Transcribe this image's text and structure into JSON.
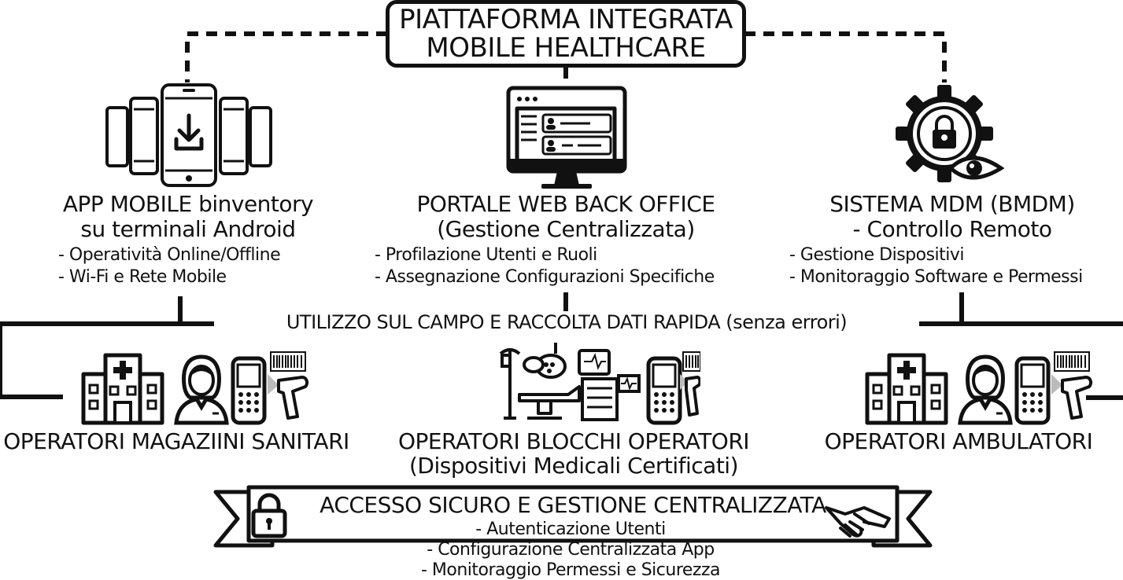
{
  "title": {
    "line1": "PIATTAFORMA INTEGRATA",
    "line2": "MOBILE HEALTHCARE"
  },
  "columns": [
    {
      "icon": "smartphones-download-icon",
      "heading": [
        "APP MOBILE binventory",
        "su terminali Android"
      ],
      "points": [
        "- Operatività Online/Offline",
        "- Wi-Fi e Rete Mobile"
      ]
    },
    {
      "icon": "web-portal-monitor-icon",
      "heading": [
        "PORTALE WEB BACK OFFICE",
        "(Gestione Centralizzata)"
      ],
      "points": [
        "- Profilazione Utenti e Ruoli",
        "- Assegnazione Configurazioni Specifiche"
      ]
    },
    {
      "icon": "gear-lock-eye-icon",
      "heading": [
        "SISTEMA MDM (BMDM)",
        "- Controllo Remoto"
      ],
      "points": [
        "- Gestione Dispositivi",
        "- Monitoraggio Software e Permessi"
      ]
    }
  ],
  "field_banner": "UTILIZZO SUL CAMPO E RACCOLTA DATI RAPIDA (senza errori)",
  "groups": [
    {
      "label": [
        "OPERATORI MAGAZIINI SANITARI"
      ],
      "icons": [
        "hospital-icon",
        "operator-woman-icon",
        "handheld-scanner-icon",
        "barcode-gun-icon"
      ]
    },
    {
      "label": [
        "OPERATORI BLOCCHI OPERATORI",
        "(Dispositivi Medicali Certificati)"
      ],
      "icons": [
        "operating-room-icon",
        "handheld-scanner-icon",
        "barcode-gun-icon"
      ]
    },
    {
      "label": [
        "OPERATORI AMBULATORI"
      ],
      "icons": [
        "hospital-icon",
        "operator-woman-icon",
        "handheld-scanner-icon",
        "barcode-gun-icon"
      ]
    }
  ],
  "security": {
    "title": "ACCESSO SICURO E GESTIONE CENTRALIZZATA",
    "points": [
      "- Autenticazione Utenti",
      "- Configurazione Centralizzata App",
      "- Monitoraggio Permessi e Sicurezza"
    ],
    "icons": [
      "padlock-icon",
      "handshake-icon"
    ]
  },
  "colors": {
    "ink": "#111111",
    "background": "#ffffff"
  }
}
